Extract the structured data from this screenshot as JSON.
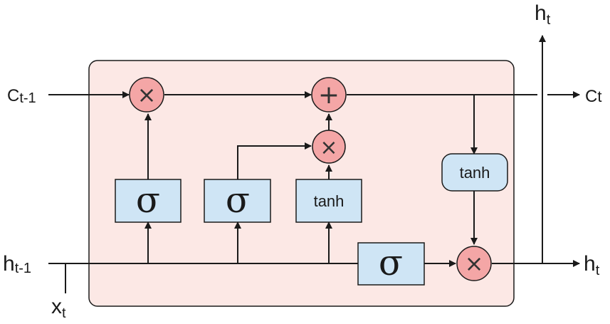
{
  "colors": {
    "cell_fill": "#fce8e5",
    "gate_fill": "#cfe5f5",
    "op_fill": "#f4a6a6",
    "line": "#1a1a1a"
  },
  "labels": {
    "c_prev": {
      "main": "C",
      "sub": "t-1"
    },
    "h_prev": {
      "main": "h",
      "sub": "t-1"
    },
    "x_t": {
      "main": "x",
      "sub": "t"
    },
    "c_out": {
      "main": "C",
      "sub": "t"
    },
    "h_out_right": {
      "main": "h",
      "sub": "t"
    },
    "h_out_top": {
      "main": "h",
      "sub": "t"
    }
  },
  "gates": {
    "forget_sigma": "σ",
    "input_sigma": "σ",
    "candidate_tanh": "tanh",
    "output_sigma": "σ",
    "cell_tanh": "tanh"
  },
  "operators": {
    "forget_mult": "×",
    "cell_add": "+",
    "input_mult": "×",
    "output_mult": "×"
  }
}
